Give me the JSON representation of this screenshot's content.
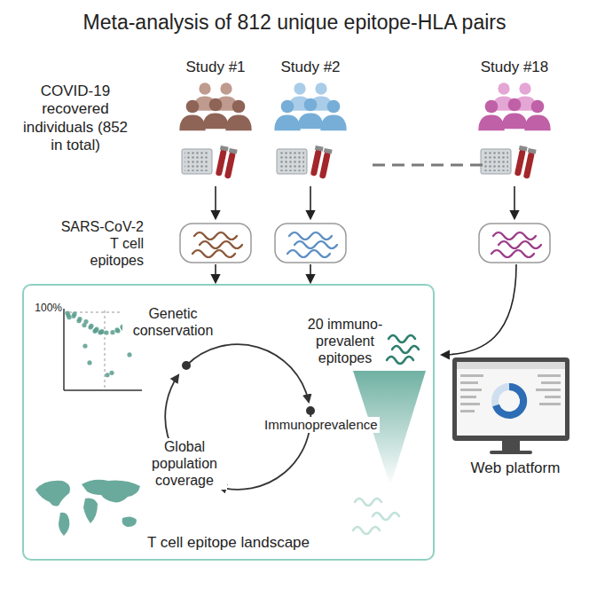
{
  "diagram": {
    "title": "Meta-analysis of 812 unique epitope-HLA pairs",
    "nodes": [
      {
        "text": [
          "T cell epitope landscape"
        ]
      }
    ],
    "labels": [
      "COVID-19 recovered individuals (852 in total)",
      "Study #1",
      "Study #2",
      "Study #18",
      "SARS-CoV-2 T cell epitopes",
      "100%",
      "Genetic conservation",
      "Immunoprevalence",
      "Global population coverage",
      "20 immuno-prevalent epitopes",
      "Web platform"
    ]
  }
}
